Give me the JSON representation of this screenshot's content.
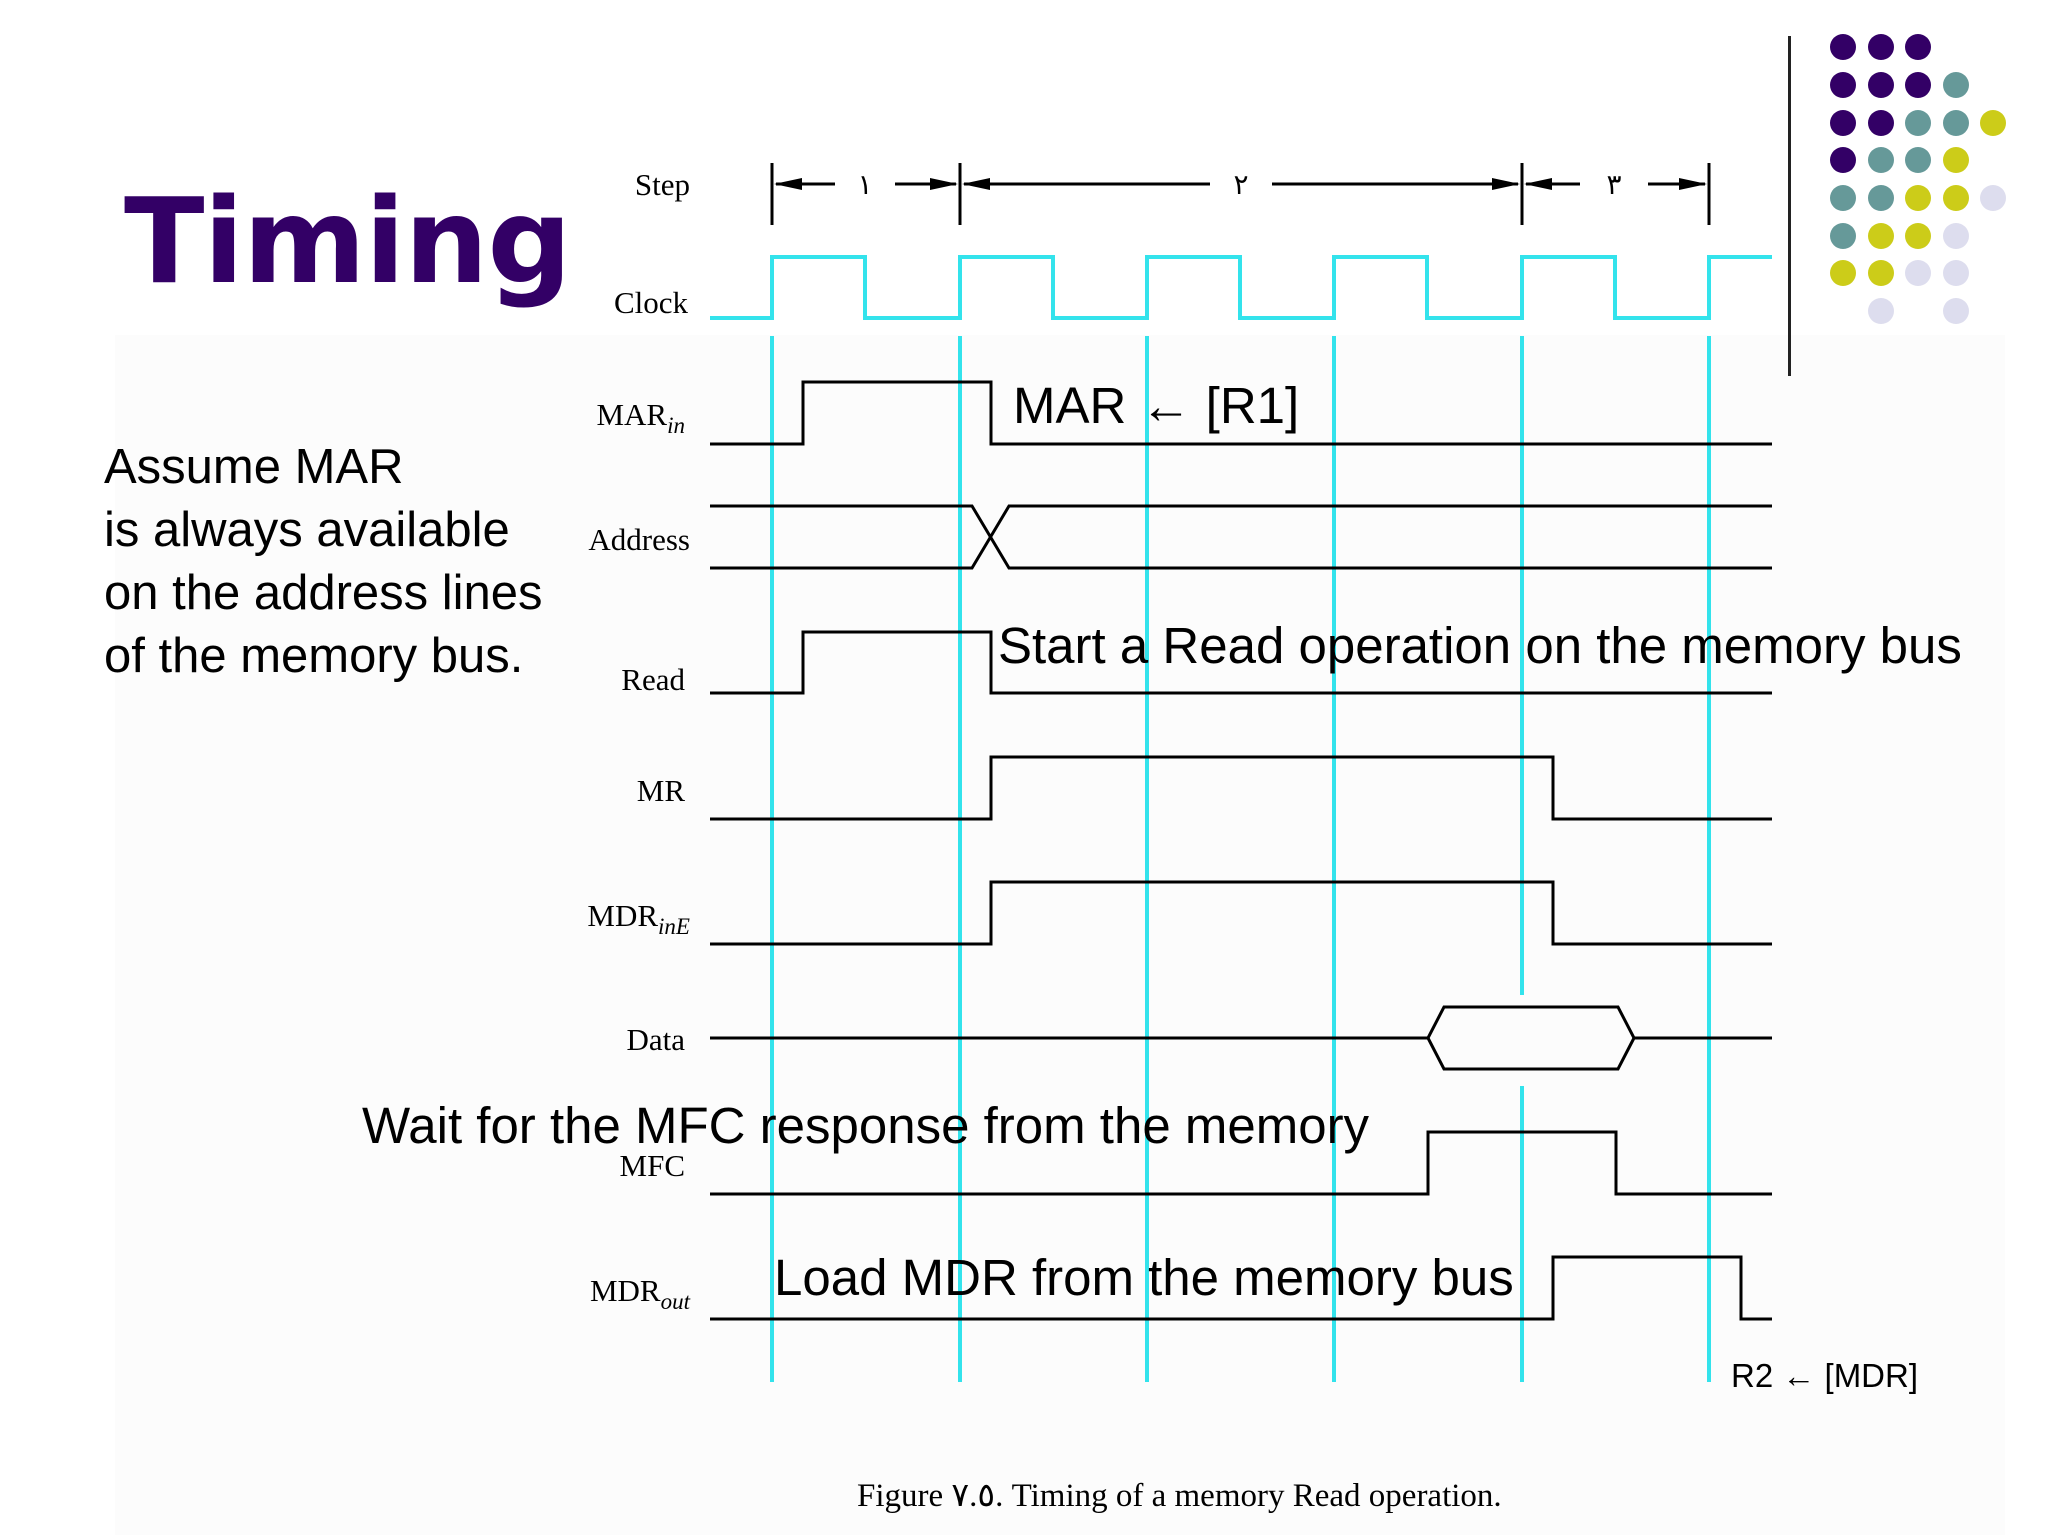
{
  "title": "Timing",
  "assumption": [
    "Assume MAR",
    "is always available",
    "on the address lines",
    "of the memory bus."
  ],
  "signals": [
    {
      "name": "Step",
      "sub": ""
    },
    {
      "name": "Clock",
      "sub": ""
    },
    {
      "name": "MAR",
      "sub": "in"
    },
    {
      "name": "Address",
      "sub": ""
    },
    {
      "name": "Read",
      "sub": ""
    },
    {
      "name": "MR",
      "sub": ""
    },
    {
      "name": "MDR",
      "sub": "inE"
    },
    {
      "name": "Data",
      "sub": ""
    },
    {
      "name": "MFC",
      "sub": ""
    },
    {
      "name": "MDR",
      "sub": "out"
    }
  ],
  "steps": [
    "١",
    "٢",
    "٣"
  ],
  "annotations": {
    "mar_load": "MAR ← [R1]",
    "start_read": "Start a Read operation on the memory bus",
    "wait_mfc": "Wait for the MFC response from the memory",
    "load_mdr": "Load MDR from the memory bus",
    "r2_load": "R2 ← [MDR]"
  },
  "caption": "Figure ٧.٥.    Timing of a memory Read operation.",
  "colors": {
    "title": "#330066",
    "clock": "#33e3ec",
    "signal": "#000000",
    "dot_purple": "#330066",
    "dot_teal": "#669999",
    "dot_yellow": "#cccc19",
    "dot_lavender": "#ddddee"
  }
}
